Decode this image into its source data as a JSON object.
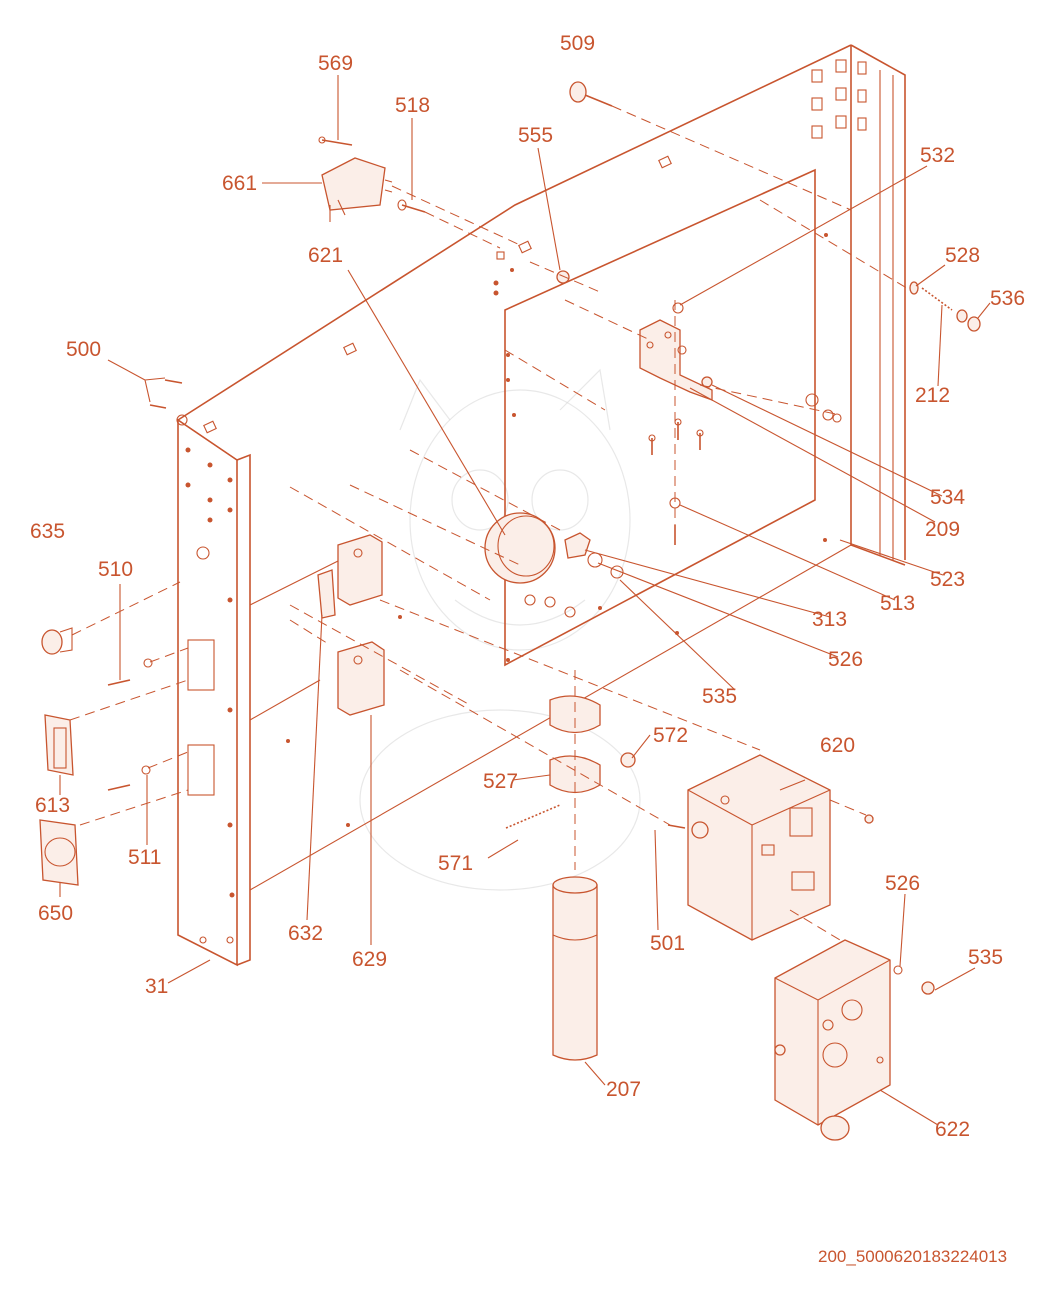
{
  "diagram": {
    "drawing_id": "200_5000620183224013",
    "colors": {
      "line": "#c8552f",
      "background": "#ffffff",
      "watermark": "#d9d9d9"
    },
    "callouts": [
      {
        "id": "c569",
        "text": "569"
      },
      {
        "id": "c509",
        "text": "509"
      },
      {
        "id": "c518",
        "text": "518"
      },
      {
        "id": "c555",
        "text": "555"
      },
      {
        "id": "c661",
        "text": "661"
      },
      {
        "id": "c532",
        "text": "532"
      },
      {
        "id": "c621",
        "text": "621"
      },
      {
        "id": "c528",
        "text": "528"
      },
      {
        "id": "c536",
        "text": "536"
      },
      {
        "id": "c212",
        "text": "212"
      },
      {
        "id": "c500",
        "text": "500"
      },
      {
        "id": "c534",
        "text": "534"
      },
      {
        "id": "c209",
        "text": "209"
      },
      {
        "id": "c635",
        "text": "635"
      },
      {
        "id": "c523",
        "text": "523"
      },
      {
        "id": "c510",
        "text": "510"
      },
      {
        "id": "c513",
        "text": "513"
      },
      {
        "id": "c313",
        "text": "313"
      },
      {
        "id": "c526a",
        "text": "526"
      },
      {
        "id": "c535a",
        "text": "535"
      },
      {
        "id": "c620",
        "text": "620"
      },
      {
        "id": "c572",
        "text": "572"
      },
      {
        "id": "c527",
        "text": "527"
      },
      {
        "id": "c613",
        "text": "613"
      },
      {
        "id": "c511",
        "text": "511"
      },
      {
        "id": "c571",
        "text": "571"
      },
      {
        "id": "c650",
        "text": "650"
      },
      {
        "id": "c526b",
        "text": "526"
      },
      {
        "id": "c501",
        "text": "501"
      },
      {
        "id": "c632",
        "text": "632"
      },
      {
        "id": "c629",
        "text": "629"
      },
      {
        "id": "c31",
        "text": "31"
      },
      {
        "id": "c535b",
        "text": "535"
      },
      {
        "id": "c207",
        "text": "207"
      },
      {
        "id": "c622",
        "text": "622"
      }
    ]
  }
}
